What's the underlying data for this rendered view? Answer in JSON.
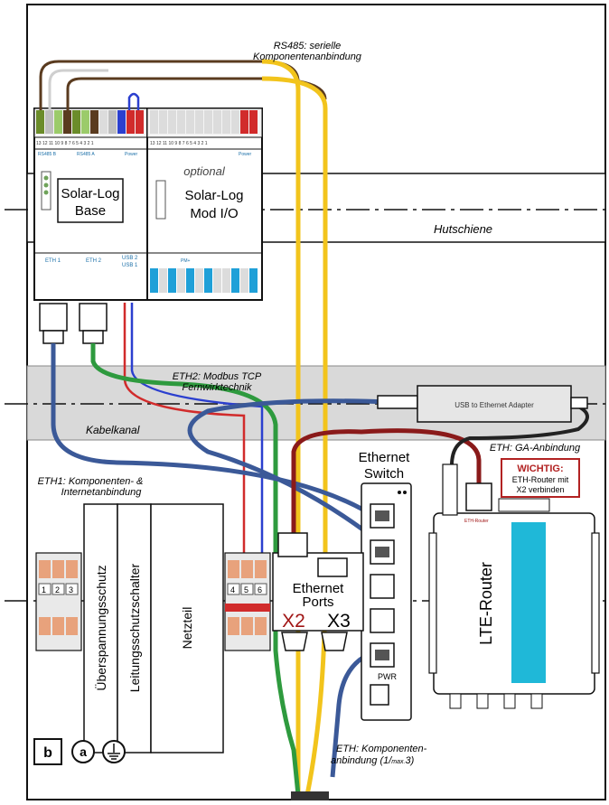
{
  "labels": {
    "rs485_line1": "RS485: serielle",
    "rs485_line2": "Komponentenanbindung",
    "hutschiene": "Hutschiene",
    "kabelkanal": "Kabelkanal",
    "eth2_line1": "ETH2: Modbus TCP",
    "eth2_line2": "Fernwirktechnik",
    "eth1_line1": "ETH1: Komponenten- &",
    "eth1_line2": "Internetanbindung",
    "eth_ga": "ETH: GA-Anbindung",
    "eth_comp_line1": "ETH: Komponenten-",
    "eth_comp_line2": "anbindung (1/",
    "eth_comp_sub": "max.",
    "eth_comp_end": "3)"
  },
  "devices": {
    "base_title": "Solar-Log",
    "base_subtitle": "Base",
    "mod_optional": "optional",
    "mod_title": "Solar-Log",
    "mod_subtitle": "Mod I/O",
    "base_eth1": "ETH 1",
    "base_eth2": "ETH 2",
    "base_usb2": "USB 2",
    "base_usb1": "USB 1",
    "base_rs485b": "RS485 B",
    "base_rs485a": "RS485 A",
    "base_power": "Power",
    "mod_power": "Power",
    "mod_pm": "PM+",
    "base_pins": "13 12 11 10  9  8  7  6  5  4  3  2  1",
    "mod_pins": "13 12 11 10  9  8  7  6  5  4  3  2  1",
    "usb_adapter": "USB to Ethernet Adapter",
    "switch_line1": "Ethernet",
    "switch_line2": "Switch",
    "switch_pwr": "PWR",
    "ports_line1": "Ethernet",
    "ports_line2": "Ports",
    "port_x2": "X2",
    "port_x3": "X3",
    "router": "LTE-Router",
    "router_port": "ETH-Router",
    "wichtig_title": "WICHTIG:",
    "wichtig_line1": "ETH-Router mit",
    "wichtig_line2": "X2 verbinden",
    "ueberspannung": "Überspannungsschutz",
    "leitungsschutz": "Leitungsschutzschalter",
    "netzteil": "Netzteil"
  },
  "terminals": {
    "left_numbers": [
      "1",
      "2",
      "3"
    ],
    "right_numbers": [
      "4",
      "5",
      "6"
    ]
  },
  "legend": {
    "b": "b",
    "a": "a"
  },
  "colors": {
    "rs485_yellow": "#f2c41c",
    "rs485_brown": "#5a3b1f",
    "eth_blue": "#3b5998",
    "eth_green": "#2e9a3e",
    "eth_darkred": "#8a1a1a",
    "power_red": "#d12b2b",
    "power_blue": "#2b3fcf",
    "cable_black": "#222222",
    "rail_grey": "#cfcfcf",
    "duct_grey": "#d9d9d9",
    "router_cyan": "#1fb8d8",
    "wichtig_red": "#b22222"
  }
}
